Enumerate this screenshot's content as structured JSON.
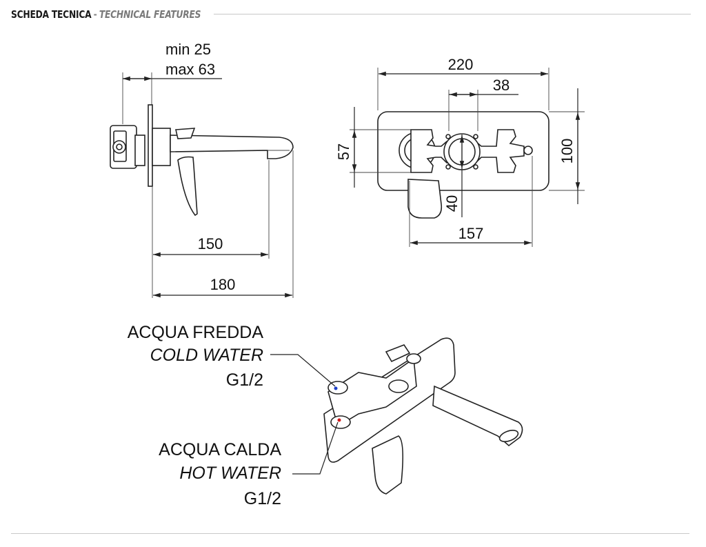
{
  "header": {
    "title": "SCHEDA TECNICA",
    "separator": "-",
    "subtitle": "TECHNICAL FEATURES"
  },
  "side_view": {
    "wall_depth_min": "min 25",
    "wall_depth_max": "max 63",
    "spout_length": "150",
    "total_projection": "180"
  },
  "front_view": {
    "plate_width": "220",
    "handle_spacing": "38",
    "inner_height": "57",
    "plate_height": "100",
    "lever_offset": "40",
    "body_width": "157"
  },
  "labels": {
    "cold_it": "ACQUA FREDDA",
    "cold_en": "COLD WATER",
    "cold_thread": "G1/2",
    "hot_it": "ACQUA CALDA",
    "hot_en": "HOT WATER",
    "hot_thread": "G1/2"
  },
  "colors": {
    "cold_dot": "#1e40c8",
    "hot_dot": "#d11a1a",
    "rule": "#c8c8c8"
  }
}
